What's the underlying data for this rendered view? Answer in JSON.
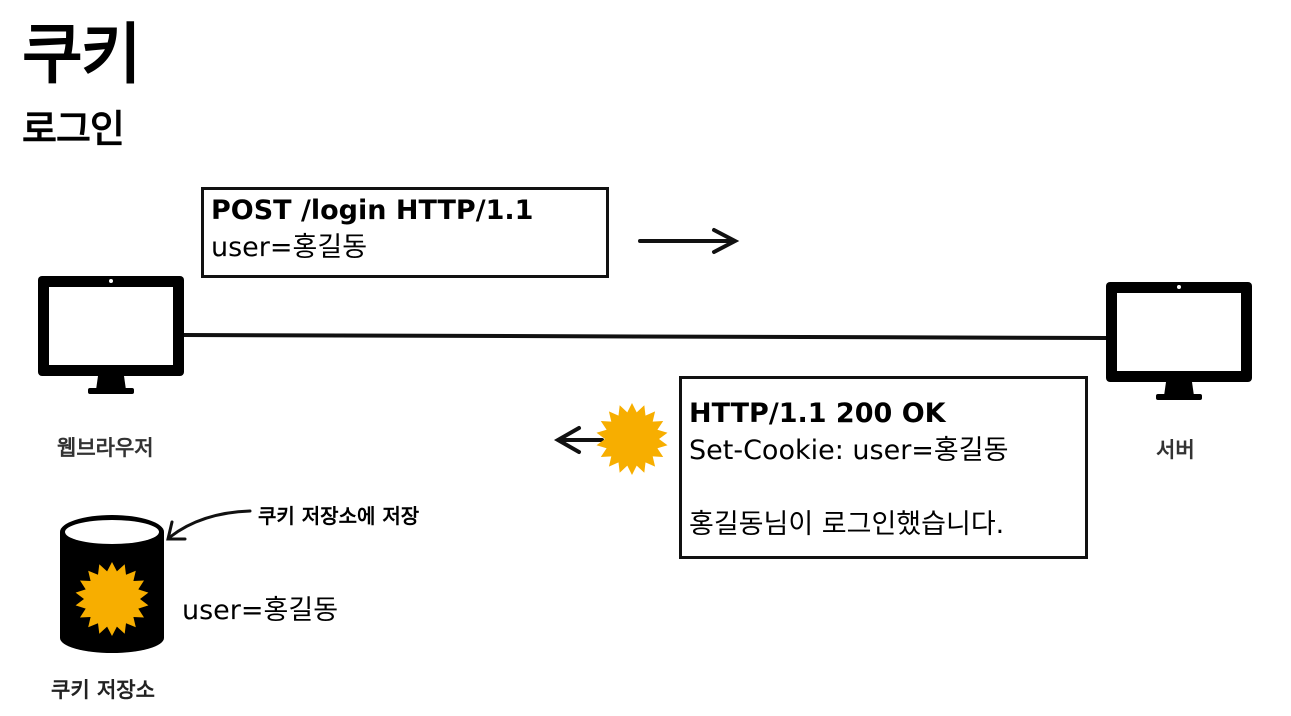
{
  "title": "쿠키",
  "subtitle": "로그인",
  "request": {
    "line1": "POST /login HTTP/1.1",
    "line2": "user=홍길동"
  },
  "response": {
    "line1": "HTTP/1.1 200 OK",
    "line2": "Set-Cookie: user=홍길동",
    "line3": "홍길동님이 로그인했습니다."
  },
  "browser_label": "웹브라우저",
  "server_label": "서버",
  "storage_note": "쿠키 저장소에 저장",
  "stored_cookie": "user=홍길동",
  "storage_label": "쿠키 저장소",
  "colors": {
    "cookie": "#f7ae00",
    "line": "#111111"
  }
}
